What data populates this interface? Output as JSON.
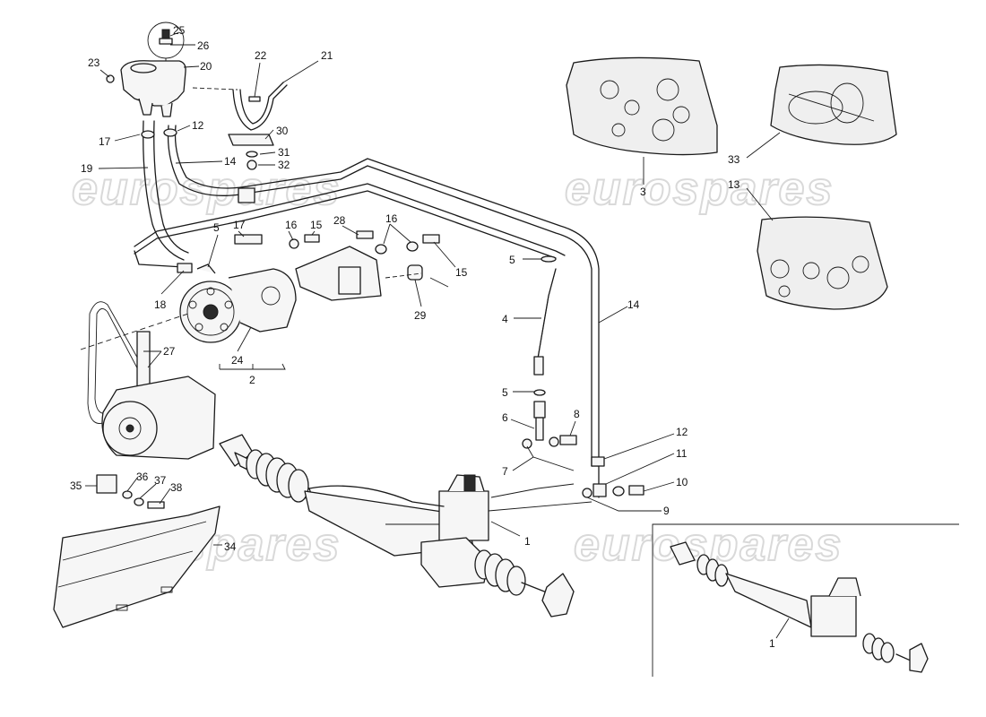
{
  "watermark": "eurospares",
  "callouts": {
    "c1": "1",
    "c1b": "1",
    "c2": "2",
    "c3": "3",
    "c4": "4",
    "c5a": "5",
    "c5b": "5",
    "c5c": "5",
    "c6": "6",
    "c7": "7",
    "c8": "8",
    "c9": "9",
    "c10": "10",
    "c11": "11",
    "c12a": "12",
    "c12b": "12",
    "c13": "13",
    "c14a": "14",
    "c14b": "14",
    "c15a": "15",
    "c15b": "15",
    "c16a": "16",
    "c16b": "16",
    "c17a": "17",
    "c17b": "17",
    "c18": "18",
    "c19": "19",
    "c20": "20",
    "c21": "21",
    "c22": "22",
    "c23": "23",
    "c24": "24",
    "c25": "25",
    "c26": "26",
    "c27": "27",
    "c28": "28",
    "c29": "29",
    "c30": "30",
    "c31": "31",
    "c32": "32",
    "c33": "33",
    "c34": "34",
    "c35": "35",
    "c36": "36",
    "c37": "37",
    "c38": "38"
  }
}
